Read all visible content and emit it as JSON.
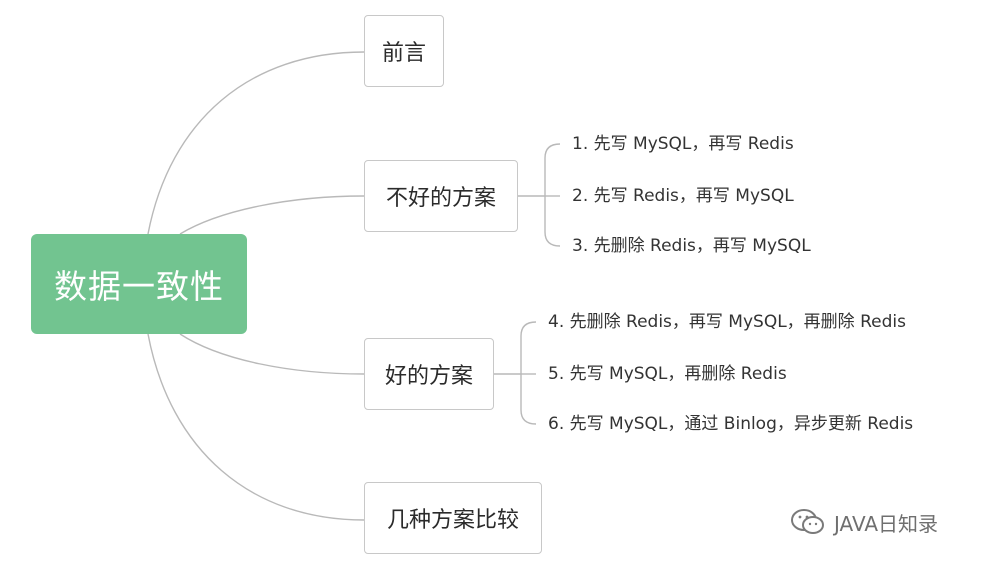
{
  "colors": {
    "root_fill": "#72c490",
    "line": "#b9b9b9",
    "node_border": "#c8c8c8",
    "text": "#2b2b2b",
    "watermark": "#6f6f6f"
  },
  "root": {
    "label": "数据一致性"
  },
  "branches": [
    {
      "label": "前言",
      "children": []
    },
    {
      "label": "不好的方案",
      "children": [
        "1. 先写 MySQL，再写 Redis",
        "2. 先写 Redis，再写 MySQL",
        "3. 先删除 Redis，再写 MySQL"
      ]
    },
    {
      "label": "好的方案",
      "children": [
        "4. 先删除 Redis，再写 MySQL，再删除 Redis",
        "5. 先写 MySQL，再删除 Redis",
        "6. 先写 MySQL，通过 Binlog，异步更新 Redis"
      ]
    },
    {
      "label": "几种方案比较",
      "children": []
    }
  ],
  "watermark": {
    "icon": "wechat-icon",
    "text": "JAVA日知录"
  }
}
